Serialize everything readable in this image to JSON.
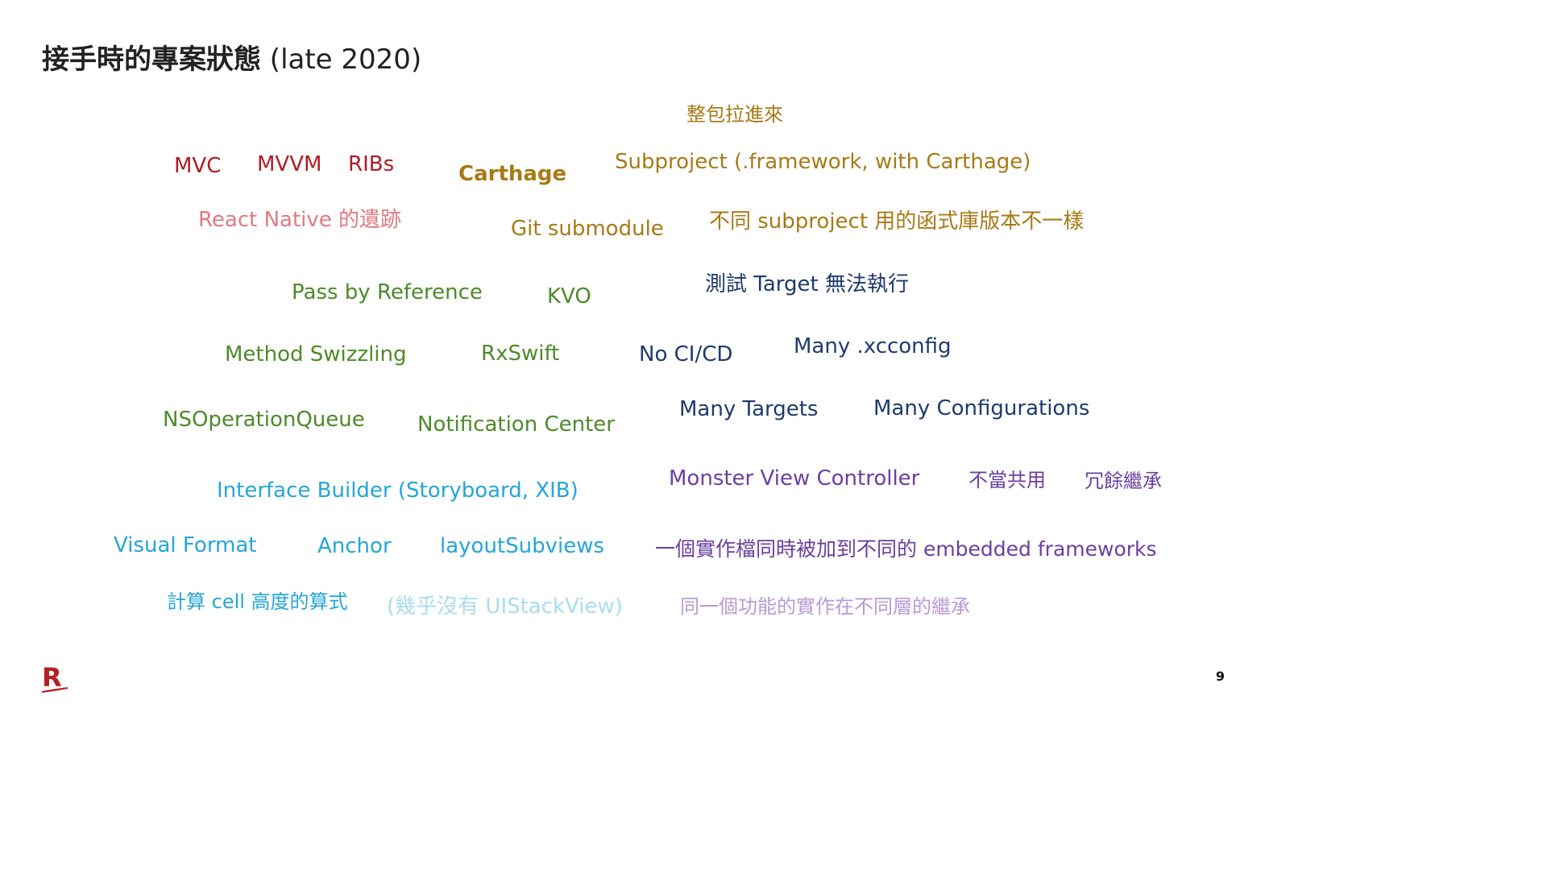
{
  "slide": {
    "title_cjk": "接手時的專案狀態",
    "title_latin": " (late 2020)",
    "page_number": "9",
    "logo_letter": "R",
    "colors": {
      "title": "#222222",
      "architecture": "#B01C23",
      "react_native": "#E07A82",
      "dependency": "#A87A16",
      "runtime": "#4D8A2A",
      "config": "#1E3A6E",
      "layout": "#24A6D8",
      "layout_faded": "#A9DCF0",
      "vc_issues": "#6B3FA0",
      "vc_faded": "#B99AD6",
      "logo": "#B51F24"
    }
  },
  "words": {
    "w_package": "整包拉進來",
    "w_mvc": "MVC",
    "w_mvvm": "MVVM",
    "w_ribs": "RIBs",
    "w_carthage": "Carthage",
    "w_subproject": "Subproject (.framework, with Carthage)",
    "w_react_native": "React Native 的遺跡",
    "w_git_submodule": "Git submodule",
    "w_lib_versions": "不同 subproject 用的函式庫版本不一樣",
    "w_pass_by_ref": "Pass by Reference",
    "w_kvo": "KVO",
    "w_test_target": "測試 Target 無法執行",
    "w_swizzling": "Method Swizzling",
    "w_rxswift": "RxSwift",
    "w_no_cicd": "No CI/CD",
    "w_xcconfig": "Many .xcconfig",
    "w_opqueue": "NSOperationQueue",
    "w_notification": "Notification Center",
    "w_many_targets": "Many Targets",
    "w_many_configs": "Many Configurations",
    "w_monster_vc": "Monster View Controller",
    "w_improper_share": "不當共用",
    "w_redundant_inherit": "冗餘繼承",
    "w_ib": "Interface Builder (Storyboard, XIB)",
    "w_visual_format": "Visual Format",
    "w_anchor": "Anchor",
    "w_layout_subviews": "layoutSubviews",
    "w_embedded_fw": "一個實作檔同時被加到不同的 embedded frameworks",
    "w_cell_height": "計算 cell 高度的算式",
    "w_no_stackview": "(幾乎沒有 UIStackView)",
    "w_same_feature": "同一個功能的實作在不同層的繼承"
  }
}
